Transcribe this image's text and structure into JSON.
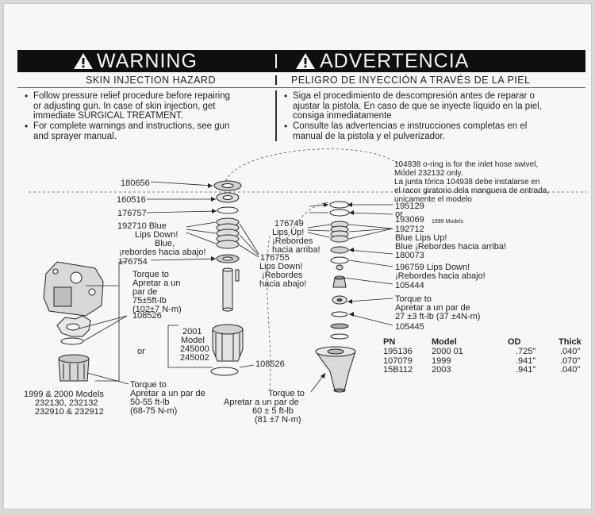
{
  "warning": {
    "title_en": "WARNING",
    "title_es": "ADVERTENCIA",
    "subtitle_en": "SKIN INJECTION HAZARD",
    "subtitle_es": "PELIGRO DE INYECCIÓN A TRAVÉS DE LA PIEL",
    "bullets_en": [
      [
        "Follow pressure relief procedure before repairing",
        "or adjusting gun. In case of skin injection, get",
        "immediate SURGICAL TREATMENT."
      ],
      [
        "For complete warnings and instructions, see gun",
        "and sprayer manual."
      ]
    ],
    "bullets_es": [
      [
        "Siga el procedimiento de descompresión antes de reparar o",
        "ajustar la pistola. En caso de que se inyecte líquido en la piel,",
        "consiga inmediatamente"
      ],
      [
        "Consulte las advertencias e instrucciones completas en el",
        "manual de la pistola y el pulverizador."
      ]
    ]
  },
  "note_104938": [
    "104938 o-ring is for the inlet hose swivel,",
    "Model 232132 only.",
    "La junta tórica 104938 debe instalarse en",
    "el racor giratorio dela manguera de entrada,",
    "unicamente el modelo"
  ],
  "left_labels": {
    "p180656": "180656",
    "p160516": "160516",
    "p176757": "176757",
    "p192710": [
      "192710 Blue",
      "Lips Down!",
      "Blue,",
      "¡rebordes hacia abajo!"
    ],
    "p176754": "176754",
    "p176755": [
      "176755",
      "Lips Down!",
      "¡Rebordes",
      "hacia abajo!"
    ],
    "torque_75": [
      "Torque to",
      "Apretar a un",
      "par de",
      "75±5ft-lb",
      "(102±7 N-m)"
    ],
    "p108526a": "108526",
    "or": "or",
    "model_2001": [
      "2001",
      "Model",
      "245000",
      "245002"
    ],
    "p108526b": "108526",
    "torque_50": [
      "Torque to",
      "Apretar a un par de",
      "50-55 ft-lb",
      "(68-75 N-m)"
    ],
    "models_1999_2000": [
      "1999 & 2000 Models",
      "232130, 232132",
      "232910 & 232912"
    ],
    "torque_60": [
      "Torque to",
      "Apretar a un par de",
      "60 ± 5 ft-lb",
      "(81 ±7 N-m)"
    ]
  },
  "right_labels": {
    "p176749": [
      "176749",
      "Lips Up!",
      "¡Rebordes",
      "hacia arriba!"
    ],
    "p195129": "195129",
    "or": "or",
    "p193069": "193069",
    "p193069_note": "1999 Models",
    "p192712": [
      "192712",
      "Blue Lips Up!",
      "Blue ¡Rebordes hacia arriba!"
    ],
    "p180073": "180073",
    "p196759": [
      "196759 Lips Down!",
      "¡Rebordes hacia abajo!"
    ],
    "p105444": "105444",
    "torque_27": [
      "Torque to",
      "Apretar a un par de",
      "27 ±3 ft-lb (37 ±4N-m)"
    ],
    "p105445": "105445"
  },
  "table": {
    "headers": [
      "PN",
      "Model",
      "OD",
      "Thick"
    ],
    "rows": [
      [
        "195136",
        "2000 01",
        ".725\"",
        ".040\""
      ],
      [
        "107079",
        "1999",
        ".941\"",
        ".070\""
      ],
      [
        "15B112",
        "2003",
        ".941\"",
        ".040\""
      ]
    ]
  }
}
